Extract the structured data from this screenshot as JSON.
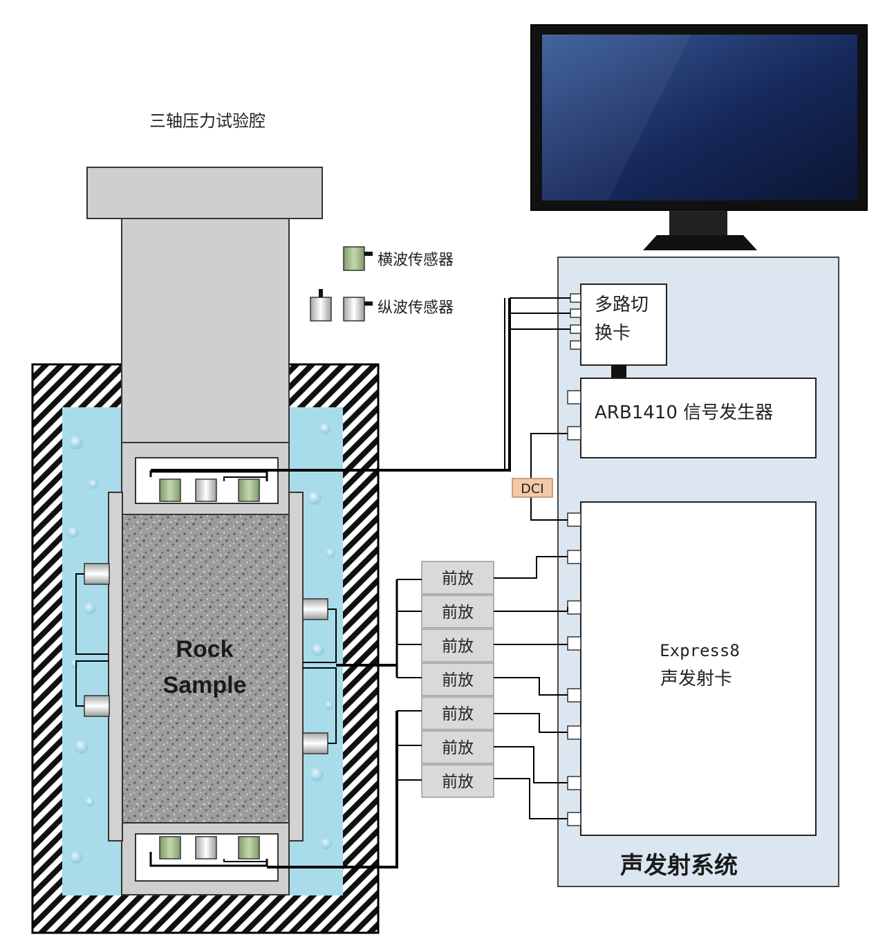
{
  "title": "三轴压力试验腔",
  "legend": {
    "shear_wave": "横波传感器",
    "longitudinal_wave": "纵波传感器"
  },
  "sample_label_line1": "Rock",
  "sample_label_line2": "Sample",
  "multiplexer": {
    "line1": "多路切",
    "line2": "换卡"
  },
  "signal_generator": "ARB1410 信号发生器",
  "dci_label": "DCI",
  "ae_card": {
    "line1": "Express8",
    "line2": "声发射卡"
  },
  "preamps": [
    "前放",
    "前放",
    "前放",
    "前放",
    "前放",
    "前放",
    "前放"
  ],
  "system_label": "声发射系统",
  "colors": {
    "fluid": "#a9dcea",
    "sample": "#9a9a9a",
    "steel": "#cfcfcf",
    "panel": "#dbe6f1",
    "shear_sensor": "#a9c394",
    "longitudinal_sensor": "#e6e6e6",
    "dci_box": "#f4c9a8",
    "preamp_box": "#d9d9d9"
  }
}
